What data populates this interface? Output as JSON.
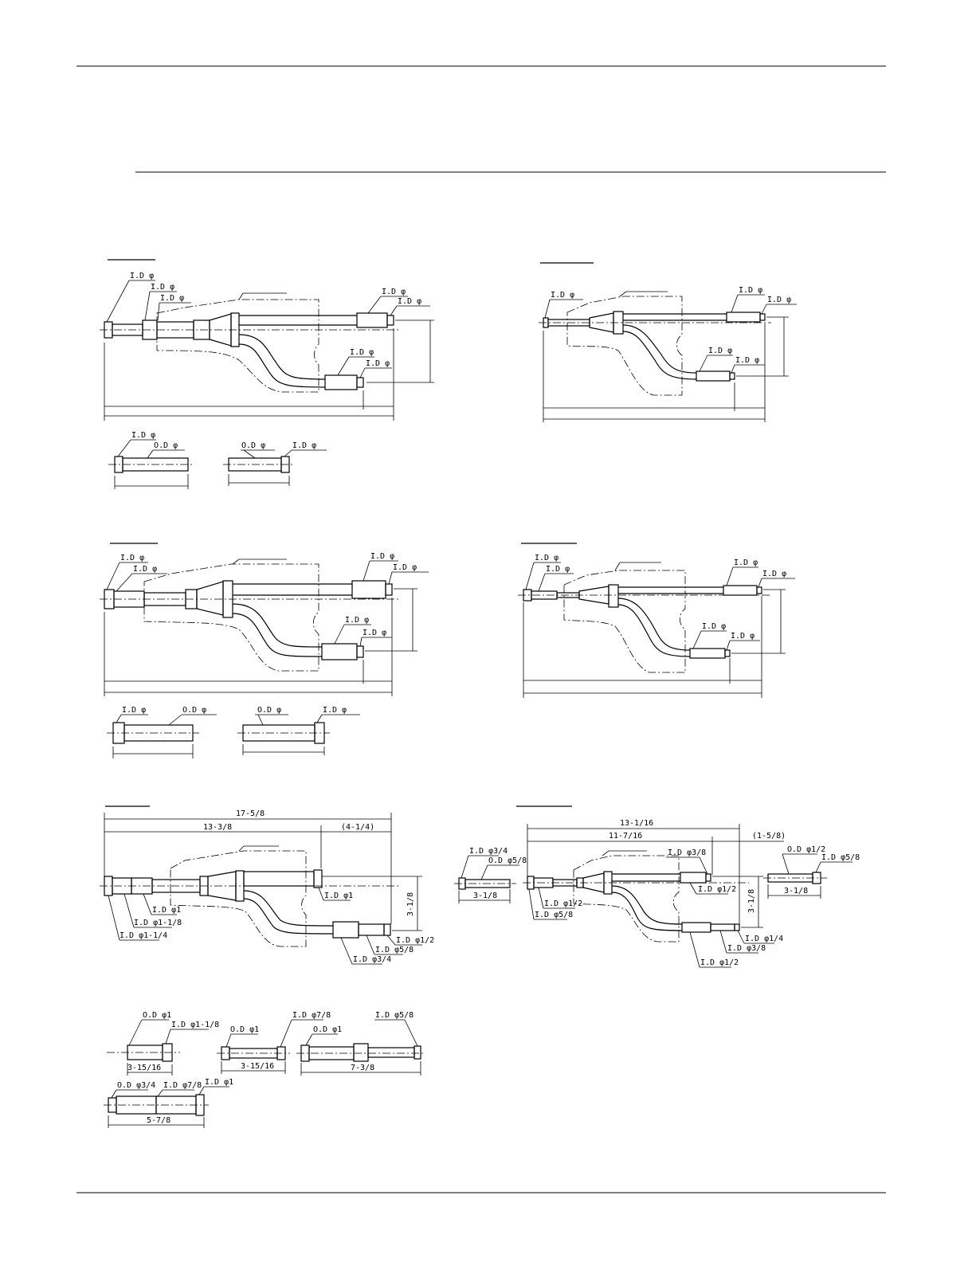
{
  "labels": {
    "id": "I.D φ",
    "od": "O.D φ"
  },
  "kit5": {
    "overall": "17-5/8",
    "main": "13-3/8",
    "offset": "(4-1/4)",
    "height": "3-1/8",
    "id1": "I.D φ1",
    "id1_118": "I.D φ1-1/8",
    "id1_114": "I.D φ1-1/4",
    "id12": "I.D φ1/2",
    "id58": "I.D φ5/8",
    "id34": "I.D φ3/4"
  },
  "kit6": {
    "overall": "13-1/16",
    "main": "11-7/16",
    "offset": "(1-5/8)",
    "height": "3-1/8",
    "id38_top": "I.D φ3/8",
    "id12_top": "I.D φ1/2",
    "id12_left": "I.D φ1/2",
    "id58_left": "I.D φ5/8",
    "id14_bottom": "I.D φ1/4",
    "id38_bottom": "I.D φ3/8",
    "id12_bottom": "I.D φ1/2",
    "left_id": "I.D φ3/4",
    "left_od": "O.D φ5/8",
    "left_len": "3-1/8",
    "right_od": "O.D φ1/2",
    "right_id": "I.D φ5/8",
    "right_len": "3-1/8"
  },
  "reducers": {
    "r1_od": "O.D φ1",
    "r1_id": "I.D φ1-1/8",
    "r1_len": "3-15/16",
    "r2_od": "O.D φ1",
    "r2_id": "I.D φ7/8",
    "r2_len": "3-15/16",
    "r3_od": "O.D φ1",
    "r3_id": "I.D φ5/8",
    "r3_len": "7-3/8",
    "r4_od": "O.D φ3/4",
    "r4_id1": "I.D φ7/8",
    "r4_id2": "I.D φ1",
    "r4_len": "5-7/8"
  }
}
